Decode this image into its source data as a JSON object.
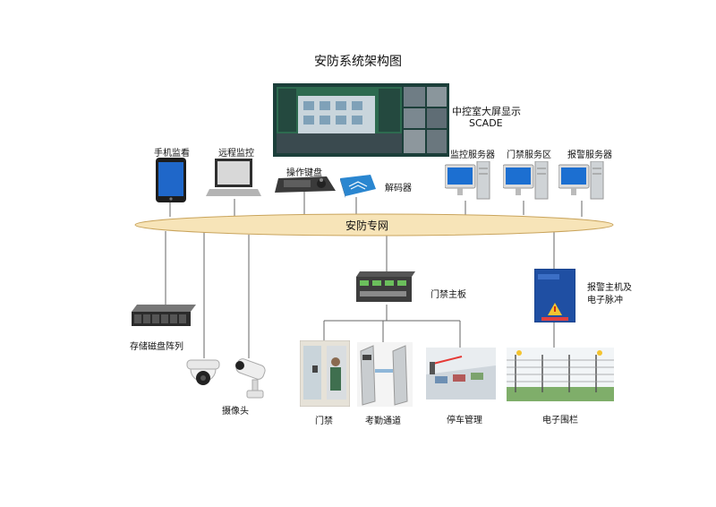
{
  "title": "安防系统架构图",
  "network": {
    "label": "安防专网"
  },
  "videowall": {
    "label_line1": "中控室大屏显示",
    "label_line2": "SCADE"
  },
  "devices": {
    "mobile": "手机监看",
    "remote": "远程监控",
    "keyboard": "操作键盘",
    "decoder": "解码器",
    "monitor_server": "监控服务器",
    "access_server": "门禁服务区",
    "alarm_server": "报警服务器",
    "storage": "存储磁盘阵列",
    "camera": "摄像头",
    "access_board": "门禁主板",
    "alarm_host_line1": "报警主机及",
    "alarm_host_line2": "电子脉冲",
    "door": "门禁",
    "turnstile": "考勤通道",
    "parking": "停车管理",
    "fence": "电子围栏"
  },
  "colors": {
    "network_fill": "#f7e4b8",
    "network_stroke": "#c9a45c",
    "decoder": "#2a86d0",
    "alarm_box": "#1f4fa3",
    "wire": "#666666"
  }
}
